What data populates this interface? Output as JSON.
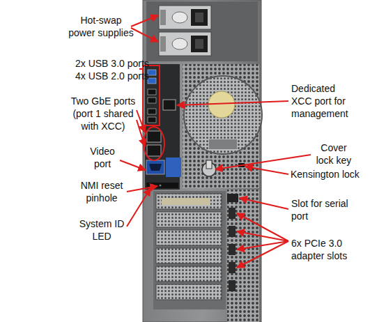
{
  "diagram": {
    "labels": [
      "Hot-swap power supplies",
      "2x USB 3.0 ports",
      "4x USB 2.0 ports",
      "Two GbE ports (port 1 shared with XCC)",
      "Video port",
      "NMI reset pinhole",
      "System ID LED",
      "Dedicated XCC port for management",
      "Cover lock key",
      "Kensington lock",
      "Slot for serial port",
      "6x PCIe 3.0 adapter slots"
    ]
  }
}
